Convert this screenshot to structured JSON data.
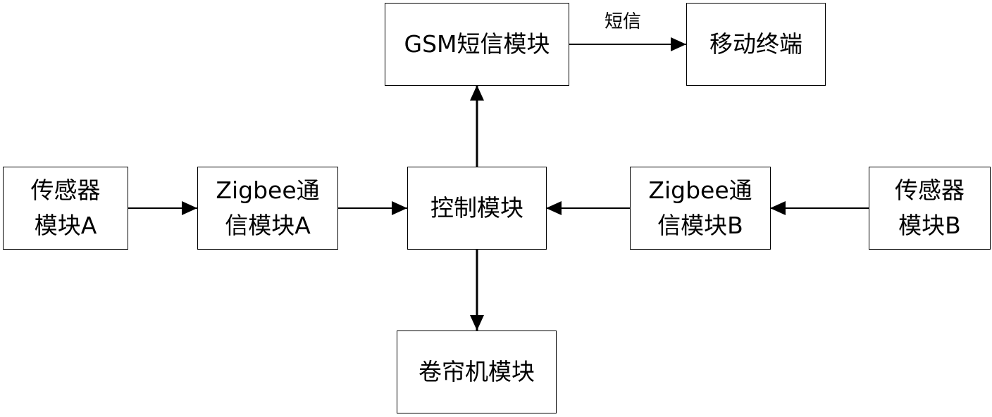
{
  "diagram": {
    "nodes": {
      "gsm": {
        "lines": [
          "GSM短信模块"
        ]
      },
      "mobile": {
        "lines": [
          "移动终端"
        ]
      },
      "sensor_a": {
        "lines": [
          "传感器",
          "模块A"
        ]
      },
      "zigbee_a": {
        "lines": [
          "Zigbee通",
          "信模块A"
        ]
      },
      "control": {
        "lines": [
          "控制模块"
        ]
      },
      "zigbee_b": {
        "lines": [
          "Zigbee通",
          "信模块B"
        ]
      },
      "sensor_b": {
        "lines": [
          "传感器",
          "模块B"
        ]
      },
      "roller": {
        "lines": [
          "卷帘机模块"
        ]
      }
    },
    "edges": [
      {
        "from": "sensor_a",
        "to": "zigbee_a",
        "label": ""
      },
      {
        "from": "zigbee_a",
        "to": "control",
        "label": ""
      },
      {
        "from": "zigbee_b",
        "to": "control",
        "label": ""
      },
      {
        "from": "sensor_b",
        "to": "zigbee_b",
        "label": ""
      },
      {
        "from": "control",
        "to": "gsm",
        "label": ""
      },
      {
        "from": "control",
        "to": "roller",
        "label": ""
      },
      {
        "from": "gsm",
        "to": "mobile",
        "label": "短信"
      }
    ]
  }
}
